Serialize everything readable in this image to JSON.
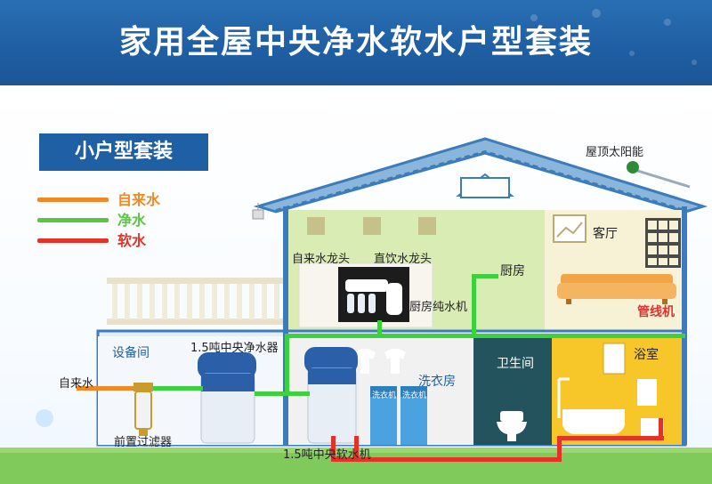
{
  "title": "家用全屋中央净水软水户型套装",
  "package_label": "小户型套装",
  "legend": [
    {
      "label": "自来水",
      "color": "#f08a24"
    },
    {
      "label": "净水",
      "color": "#5ac63b"
    },
    {
      "label": "软水",
      "color": "#e53226"
    }
  ],
  "labels": {
    "rooftop_solar": "屋顶太阳能",
    "living_room": "客厅",
    "kitchen": "厨房",
    "tap_water_faucet": "自来水龙头",
    "drinking_faucet": "直饮水龙头",
    "kitchen_ro": "厨房纯水机",
    "pipeline_machine": "管线机",
    "equipment_room": "设备间",
    "central_purifier": "1.5吨中央净水器",
    "laundry_room": "洗衣房",
    "bathroom_wc": "卫生间",
    "bathroom_shower": "浴室",
    "tap_water_inlet": "自来水",
    "prefilter": "前置过滤器",
    "central_softener": "1.5吨中央软水机",
    "washer_1": "洗衣机",
    "washer_2": "洗衣机"
  }
}
